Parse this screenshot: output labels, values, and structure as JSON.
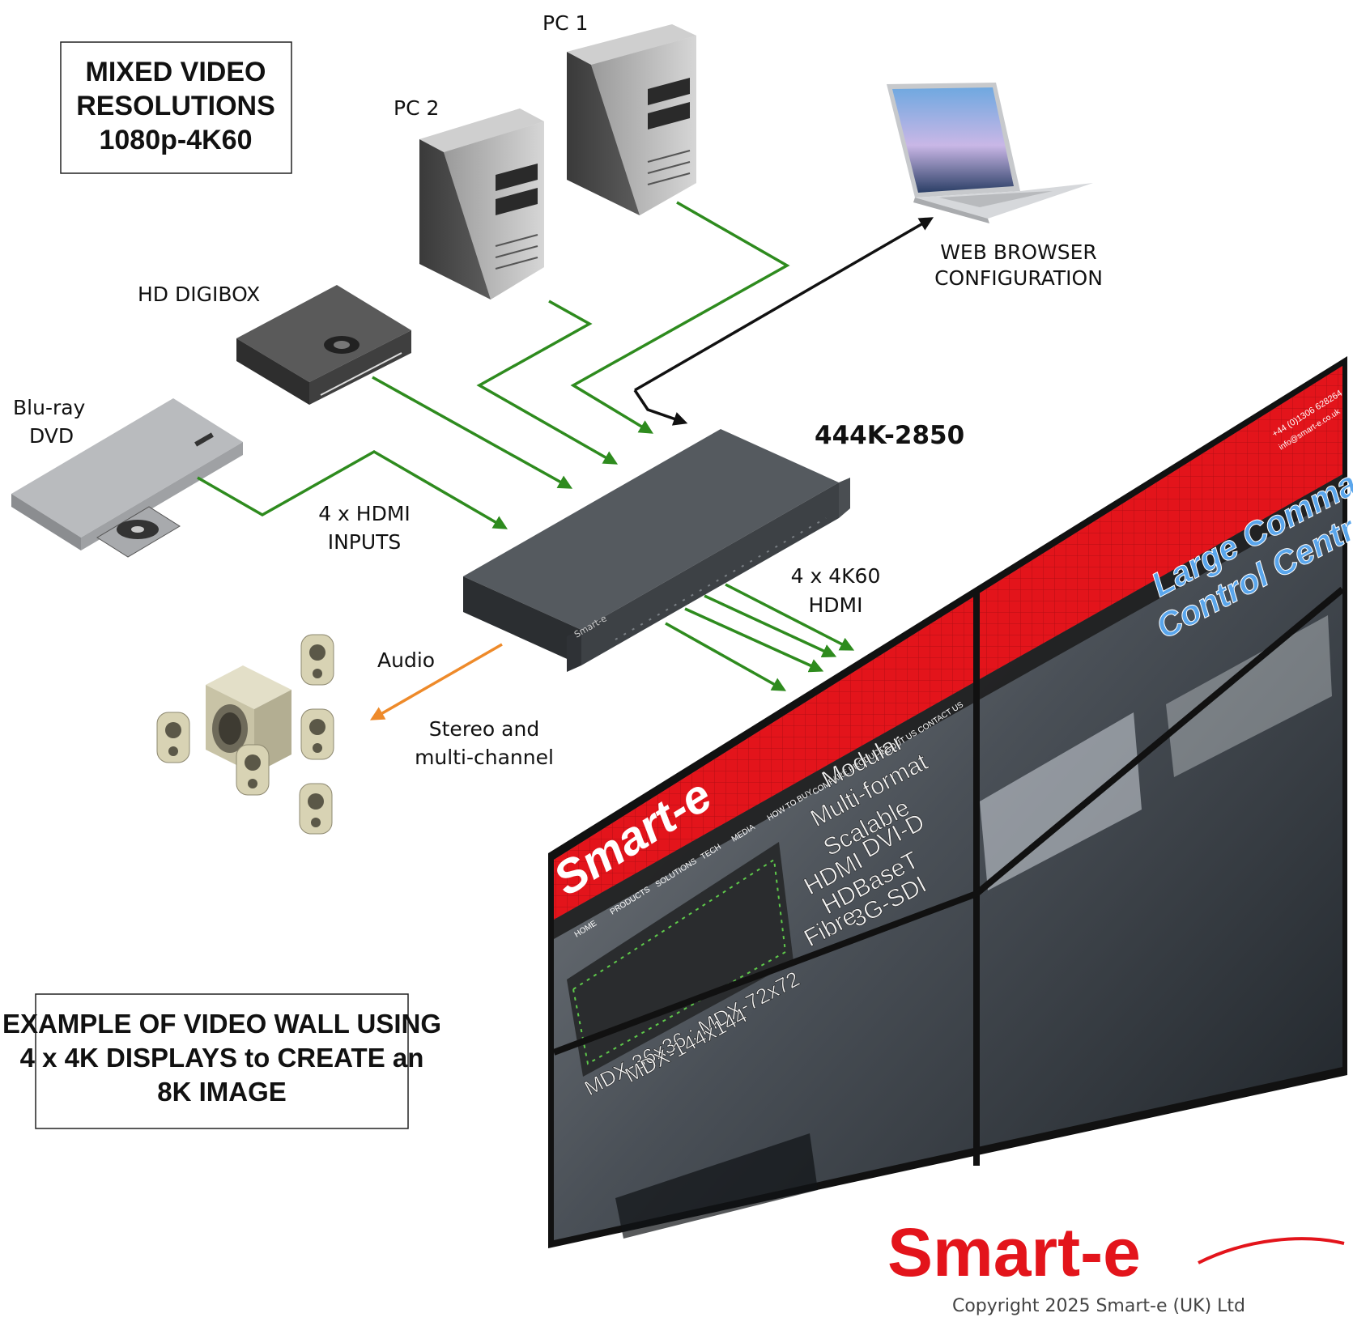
{
  "header_box": {
    "line1": "MIXED VIDEO",
    "line2": "RESOLUTIONS",
    "line3": "1080p-4K60"
  },
  "devices": {
    "pc1": "PC 1",
    "pc2": "PC 2",
    "digibox": "HD DIGIBOX",
    "bluray_line1": "Blu-ray",
    "bluray_line2": "DVD",
    "laptop_line1": "WEB BROWSER",
    "laptop_line2": "CONFIGURATION",
    "matrix": "444K-2850"
  },
  "connections": {
    "inputs_line1": "4 x HDMI",
    "inputs_line2": "INPUTS",
    "outputs_line1": "4 x 4K60",
    "outputs_line2": "HDMI",
    "audio": "Audio",
    "audio_desc_line1": "Stereo and",
    "audio_desc_line2": "multi-channel"
  },
  "footer_box": {
    "line1": "EXAMPLE OF VIDEO WALL USING",
    "line2": "4 x 4K DISPLAYS to CREATE an",
    "line3": "8K IMAGE"
  },
  "video_wall": {
    "brand": "Smart-e",
    "nav": [
      "HOME",
      "PRODUCTS",
      "SOLUTIONS",
      "TECH",
      "MEDIA",
      "HOW TO BUY",
      "COMPARE PRODUCTS",
      "ABOUT US",
      "CONTACT US"
    ],
    "phone": "+44 (0)1306 628264",
    "email": "info@smart-e.co.uk",
    "headline_line1": "Large Command",
    "headline_line2": "Control Centres",
    "features": [
      "Modular",
      "Multi-format",
      "Scalable",
      "DVI-D",
      "HDMI",
      "HDBaseT",
      "3G-SDI",
      "Fibre"
    ],
    "models_line1": "MDX-36x36 : MDX-72x72",
    "models_line2": "MDX-144x144"
  },
  "logo": {
    "text": "Smart-e",
    "copyright": "Copyright 2025 Smart-e (UK) Ltd"
  },
  "colors": {
    "video_link": "#2e8b1e",
    "audio_link": "#ee8a2a",
    "control_link": "#111111",
    "brand_red": "#e3141b"
  }
}
